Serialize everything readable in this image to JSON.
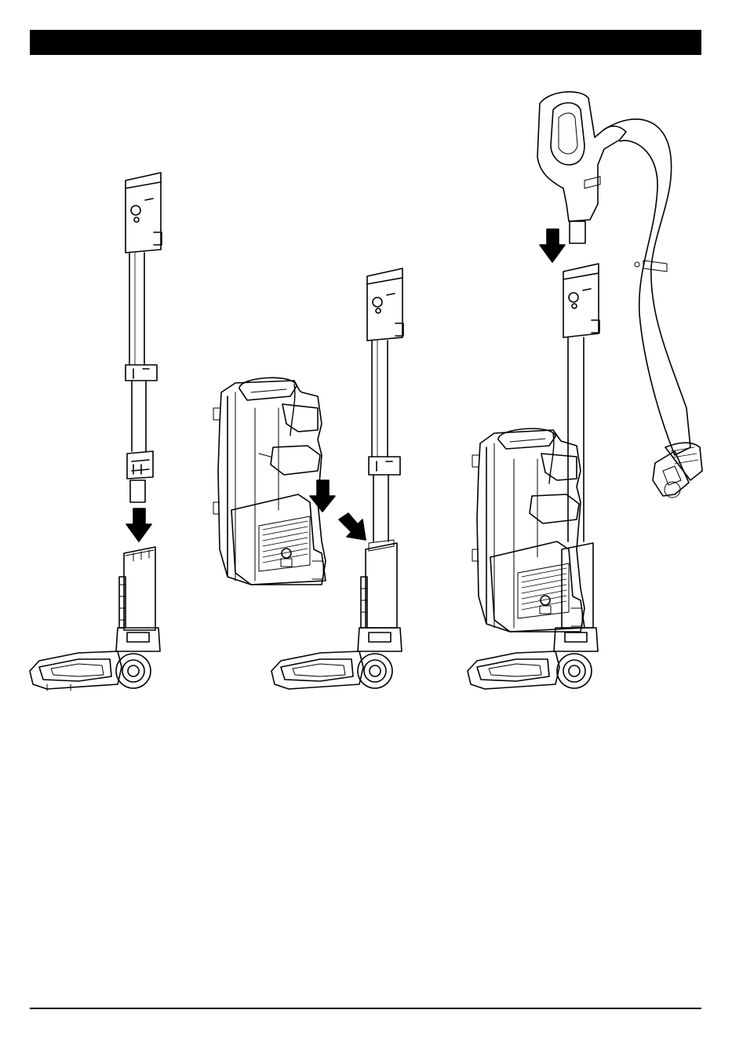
{
  "header": {
    "title": "",
    "bar_color": "#000000"
  },
  "footer": {
    "text": ""
  },
  "figure": {
    "panels": [
      {
        "id": "step-1",
        "description_icon": "wand-into-floor-nozzle"
      },
      {
        "id": "step-2",
        "description_icon": "pod-onto-wand"
      },
      {
        "id": "step-3",
        "description_icon": "handle-and-hose-onto-wand"
      }
    ],
    "arrows": [
      "arrow-down-1",
      "arrow-down-2",
      "arrow-diagonal-2",
      "arrow-down-3"
    ]
  }
}
